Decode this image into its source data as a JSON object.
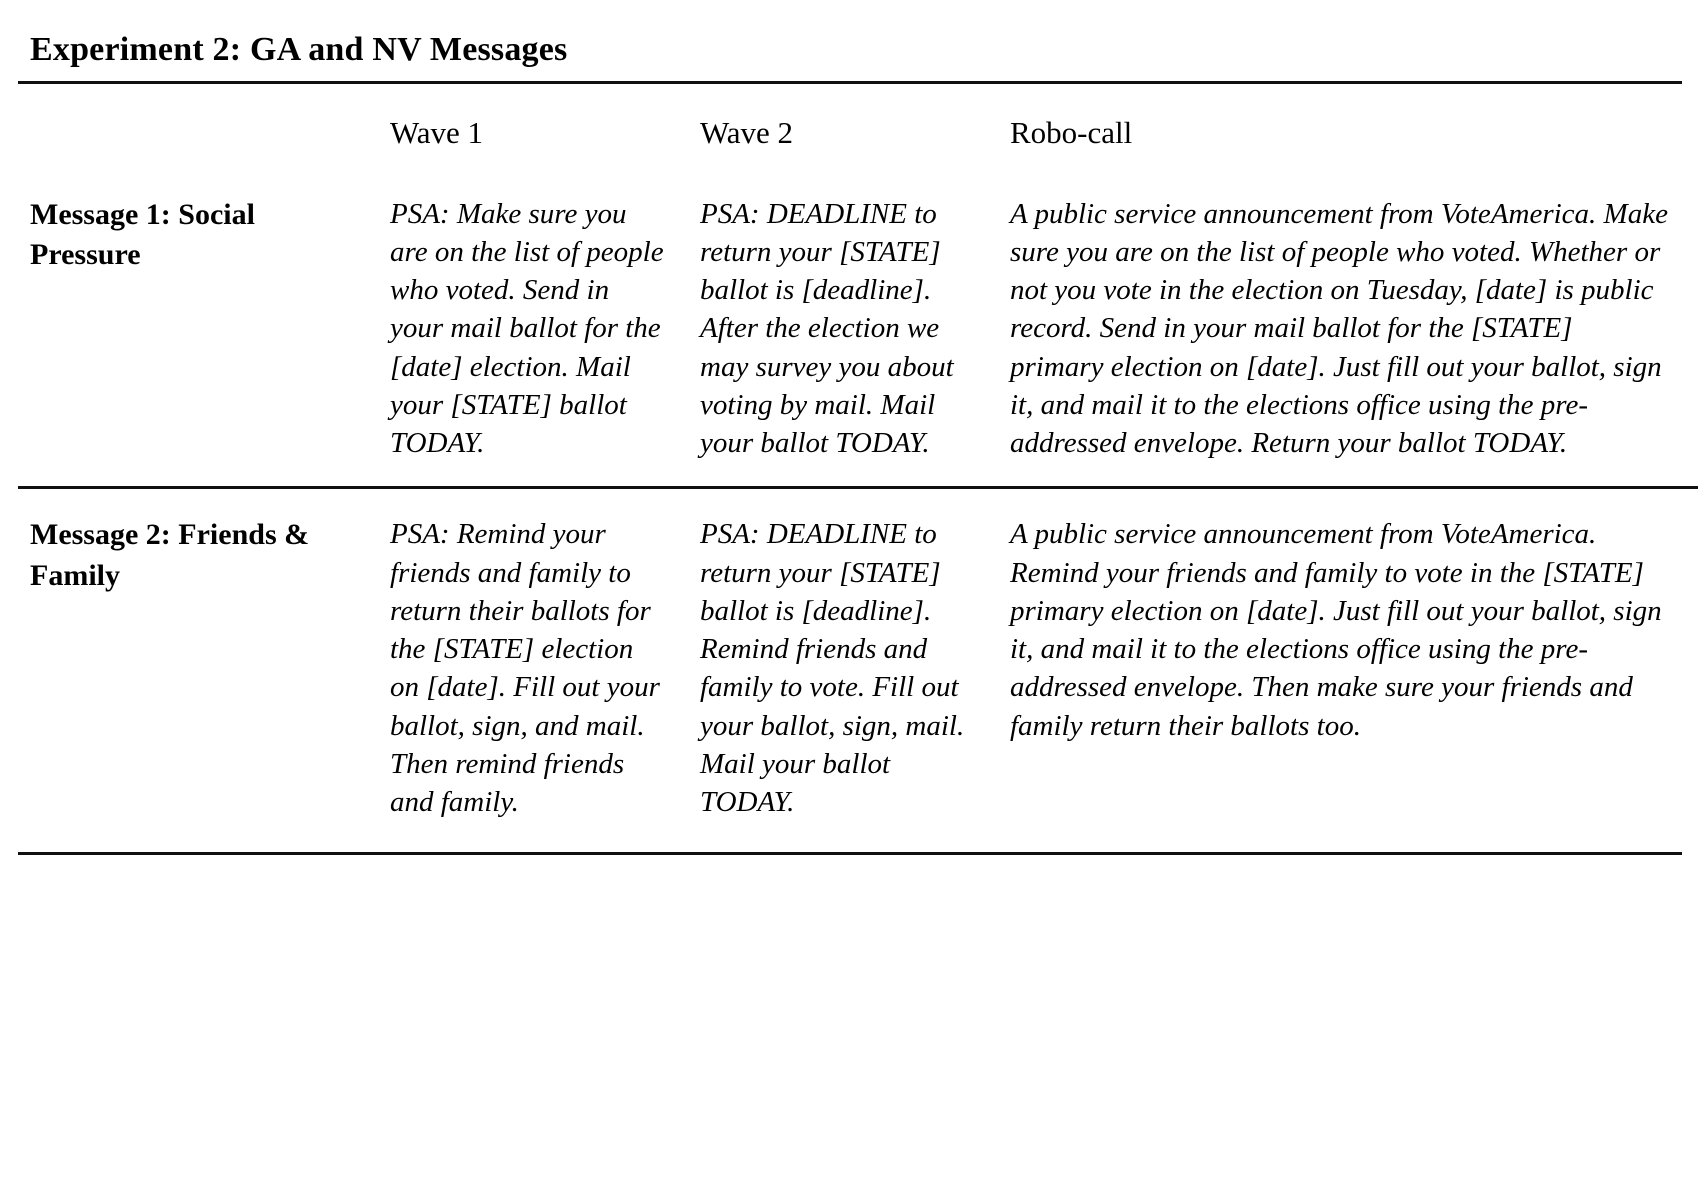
{
  "title": "Experiment 2: GA and NV Messages",
  "table": {
    "headers": {
      "label_column": "",
      "wave1": "Wave 1",
      "wave2": "Wave 2",
      "robocall": "Robo-call"
    },
    "rows": [
      {
        "label": "Message 1: Social Pressure",
        "wave1": "PSA: Make sure you are on the list of people who voted. Send in your mail ballot for the [date] election. Mail your [STATE] ballot TODAY.",
        "wave2": "PSA: DEADLINE to return your [STATE] ballot is [deadline]. After the election we may survey you about voting by mail. Mail your ballot TODAY.",
        "robocall": "A public service announcement from VoteAmerica. Make sure you are on the list of people who voted. Whether or not you vote in the election on Tuesday, [date] is public record. Send in your mail ballot for the [STATE] primary election on [date]. Just fill out your ballot, sign it, and mail it to the elections office using the pre-addressed envelope. Return your ballot TODAY."
      },
      {
        "label": "Message 2: Friends & Family",
        "wave1": "PSA: Remind your friends and family to return their ballots for the [STATE] election on [date]. Fill out your ballot, sign, and mail. Then remind friends and family.",
        "wave2": "PSA: DEADLINE to return your [STATE] ballot is [deadline]. Remind friends and family to vote. Fill out your ballot, sign, mail. Mail your ballot TODAY.",
        "robocall": "A public service announcement from VoteAmerica. Remind your friends and family to vote in the [STATE] primary election on [date]. Just fill out your ballot, sign it, and mail it to the elections office using the pre-addressed envelope. Then make sure your friends and family return their ballots too."
      }
    ]
  },
  "colors": {
    "text": "#000000",
    "rule": "#111111",
    "background": "#ffffff"
  }
}
